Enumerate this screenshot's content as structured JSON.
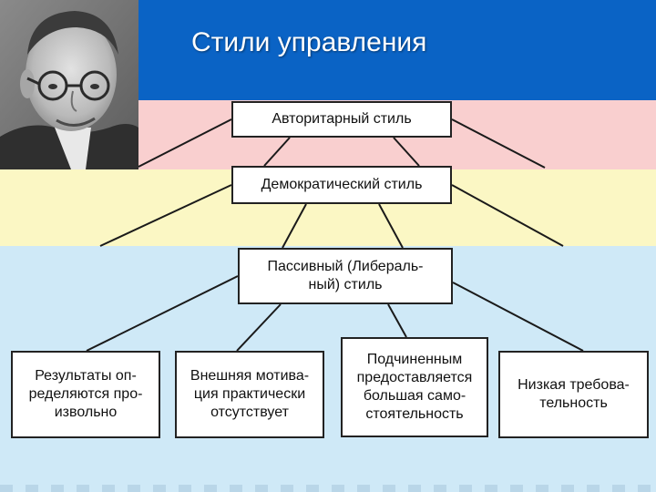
{
  "slide": {
    "title": "Стили управления",
    "colors": {
      "title_band": "#0a63c5",
      "authoritarian_band": "#f9cfcf",
      "democratic_band": "#fbf7c4",
      "liberal_band": "#cfe9f7",
      "box_border": "#222222"
    },
    "photo": "portrait-photo"
  },
  "diagram": {
    "styles": {
      "authoritarian": "Авторитарный стиль",
      "democratic": "Демократический стиль",
      "passive_line1": "Пассивный (Либераль-",
      "passive_line2": "ный) стиль"
    },
    "characteristics": [
      {
        "line1": "Результаты оп-",
        "line2": "ределяются про-",
        "line3": "извольно"
      },
      {
        "line1": "Внешняя мотива-",
        "line2": "ция практически",
        "line3": "отсутствует"
      },
      {
        "line1": "Подчиненным",
        "line2": "предоставляется",
        "line3": "большая само-",
        "line4": "стоятельность"
      },
      {
        "line1": "Низкая требова-",
        "line2": "тельность"
      }
    ]
  }
}
